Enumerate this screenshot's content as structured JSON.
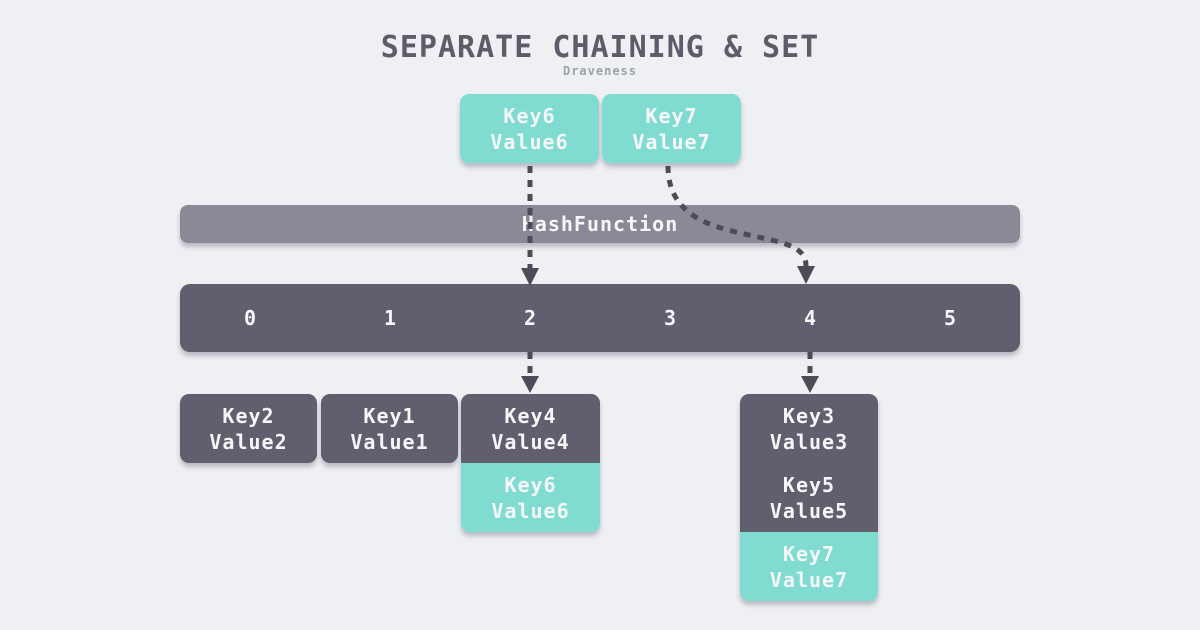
{
  "title": "SEPARATE CHAINING & SET",
  "subtitle": "Draveness",
  "hash_function_label": "HashFunction",
  "input_keys": [
    {
      "key": "Key6",
      "value": "Value6"
    },
    {
      "key": "Key7",
      "value": "Value7"
    }
  ],
  "buckets": [
    "0",
    "1",
    "2",
    "3",
    "4",
    "5"
  ],
  "chains": [
    {
      "bucket": "0",
      "entries": [
        {
          "key": "Key2",
          "value": "Value2",
          "highlight": false
        }
      ]
    },
    {
      "bucket": "1",
      "entries": [
        {
          "key": "Key1",
          "value": "Value1",
          "highlight": false
        }
      ]
    },
    {
      "bucket": "2",
      "entries": [
        {
          "key": "Key4",
          "value": "Value4",
          "highlight": false
        },
        {
          "key": "Key6",
          "value": "Value6",
          "highlight": true
        }
      ]
    },
    {
      "bucket": "4",
      "entries": [
        {
          "key": "Key3",
          "value": "Value3",
          "highlight": false
        },
        {
          "key": "Key5",
          "value": "Value5",
          "highlight": false
        },
        {
          "key": "Key7",
          "value": "Value7",
          "highlight": true
        }
      ]
    }
  ],
  "arrows": [
    {
      "from": "Key6",
      "via": "HashFunction",
      "to_bucket": "2"
    },
    {
      "from": "Key7",
      "via": "HashFunction",
      "to_bucket": "4"
    },
    {
      "from_bucket": "2",
      "to_chain": "2"
    },
    {
      "from_bucket": "4",
      "to_chain": "4"
    }
  ],
  "colors": {
    "background": "#eef0f3",
    "highlight_teal": "#80dcd1",
    "node_dark": "#615f6d",
    "hash_bar_gray": "#8a8995",
    "arrow": "#4c4b57",
    "text_light": "#f5f6f7",
    "title_text": "#5d5d69",
    "subtitle_text": "#9aa2ad"
  }
}
